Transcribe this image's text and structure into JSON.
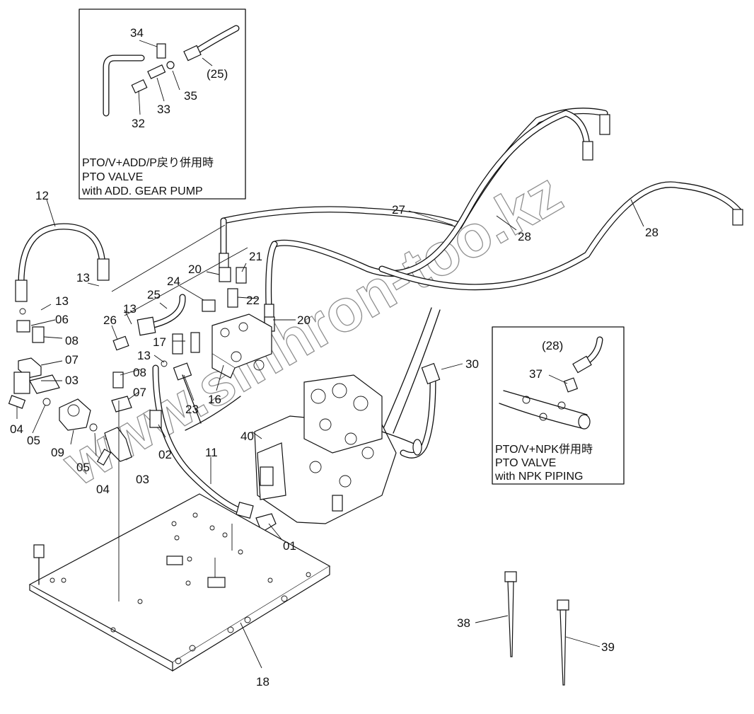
{
  "watermark": "www.sinhron-too.kz",
  "insets": {
    "top": {
      "line1": "PTO/V+ADD/P戻り併用時",
      "line2": "PTO  VALVE",
      "line3": "with  ADD. GEAR  PUMP",
      "labels": [
        "34",
        "(25)",
        "35",
        "33",
        "32"
      ]
    },
    "right": {
      "line1": "PTO/V+NPK併用時",
      "line2": "PTO  VALVE",
      "line3": "with  NPK  PIPING",
      "labels": [
        "(28)",
        "37"
      ]
    }
  },
  "callouts": [
    "12",
    "13",
    "13",
    "06",
    "08",
    "07",
    "03",
    "04",
    "05",
    "09",
    "05",
    "04",
    "03",
    "02",
    "07",
    "08",
    "26",
    "13",
    "25",
    "24",
    "20",
    "21",
    "22",
    "20",
    "17",
    "13",
    "23",
    "16",
    "40",
    "11",
    "01",
    "27",
    "28",
    "28",
    "30",
    "18",
    "38",
    "39"
  ]
}
